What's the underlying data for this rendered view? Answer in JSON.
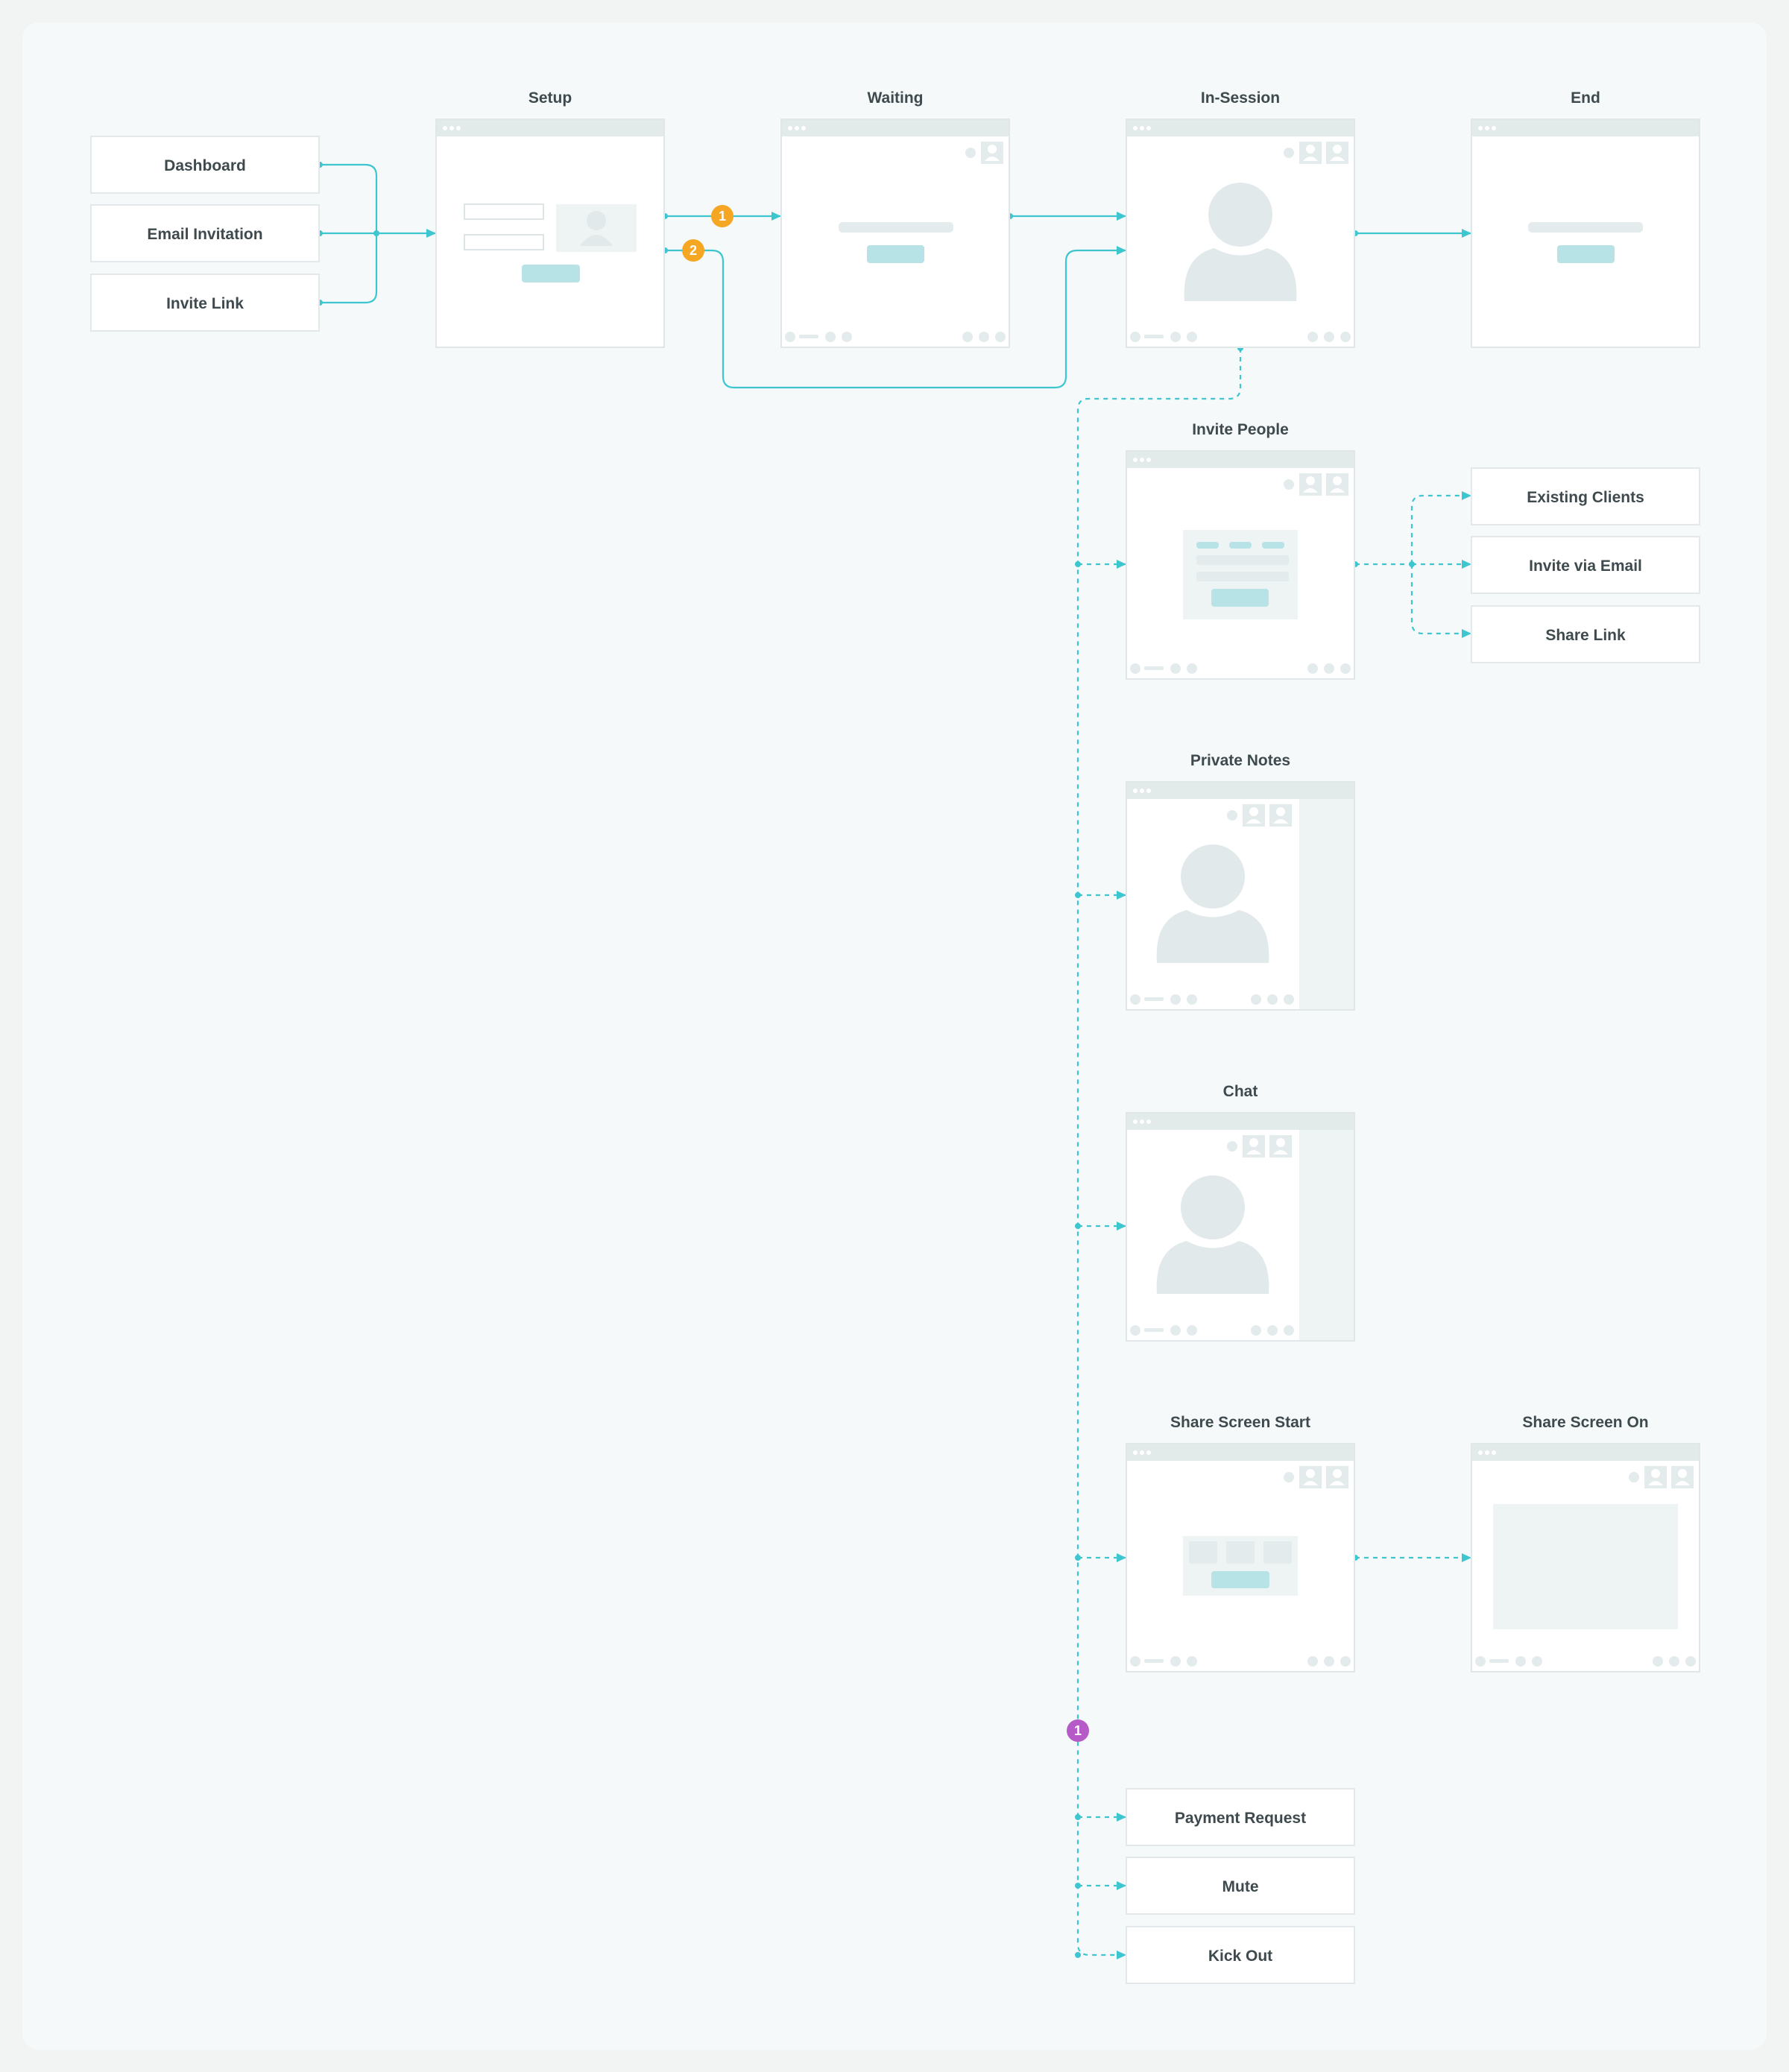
{
  "entry_points": [
    {
      "label": "Dashboard"
    },
    {
      "label": "Email Invitation"
    },
    {
      "label": "Invite Link"
    }
  ],
  "screens": {
    "setup": "Setup",
    "waiting": "Waiting",
    "in_session": "In-Session",
    "end": "End",
    "invite_people": "Invite People",
    "private_notes": "Private Notes",
    "chat": "Chat",
    "share_screen_start": "Share Screen Start",
    "share_screen_on": "Share Screen On"
  },
  "invite_options": [
    {
      "label": "Existing Clients"
    },
    {
      "label": "Invite via Email"
    },
    {
      "label": "Share Link"
    }
  ],
  "session_actions": [
    {
      "label": "Payment Request"
    },
    {
      "label": "Mute"
    },
    {
      "label": "Kick Out"
    }
  ],
  "badges": {
    "setup_path_1": "1",
    "setup_path_2": "2",
    "actions_marker": "1"
  },
  "colors": {
    "connector": "#3dc6cf",
    "badge_orange": "#f5a623",
    "badge_purple": "#b65ac8",
    "accent": "#b7e3e6"
  }
}
